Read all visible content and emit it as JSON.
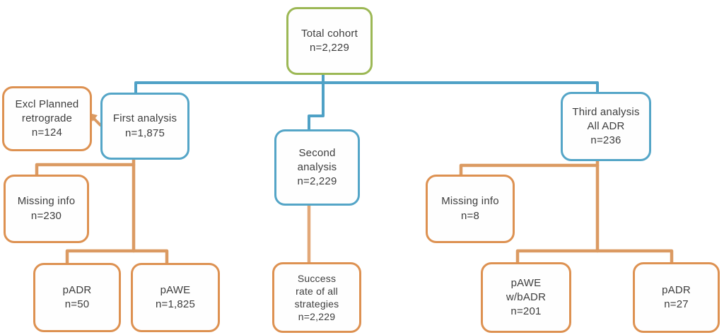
{
  "flowchart": {
    "colors": {
      "green_border": "#9cb855",
      "blue_border": "#54a5c7",
      "orange_border": "#dd9151",
      "orange_line": "#db9a62",
      "blue_line": "#4fa1c6",
      "text": "#3d3d3d"
    },
    "nodes": {
      "total_cohort": {
        "text": "Total cohort\nn=2,229"
      },
      "excl_planned": {
        "text": "Excl Planned\nretrograde\nn=124"
      },
      "first_analysis": {
        "text": "First analysis\nn=1,875"
      },
      "missing_info_first": {
        "text": "Missing info\nn=230"
      },
      "padr_first": {
        "text": "pADR\nn=50"
      },
      "pawe_first": {
        "text": "pAWE\nn=1,825"
      },
      "second_analysis": {
        "text": "Second\nanalysis\nn=2,229"
      },
      "success_rate": {
        "text": "Success\nrate of all\nstrategies\nn=2,229"
      },
      "third_analysis": {
        "text": "Third analysis\nAll ADR\nn=236"
      },
      "missing_info_third": {
        "text": "Missing info\nn=8"
      },
      "pawe_badr_third": {
        "text": "pAWE\nw/bADR\nn=201"
      },
      "padr_third": {
        "text": "pADR\nn=27"
      }
    }
  }
}
